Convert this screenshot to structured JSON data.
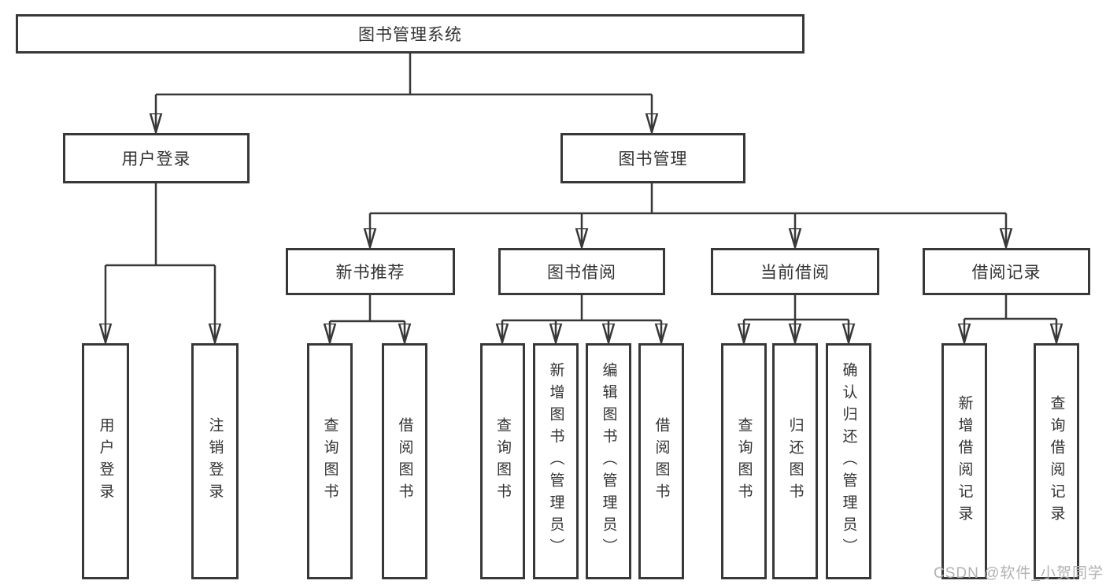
{
  "colors": {
    "line": "#383838",
    "box_border": "#383838",
    "text": "#333333",
    "watermark": "#b3b0b0",
    "background": "#ffffff"
  },
  "watermark": "CSDN @软件_小贺同学",
  "tree": {
    "root": "图书管理系统",
    "branches": [
      {
        "label": "用户登录",
        "leaves": [
          "用户登录",
          "注销登录"
        ]
      },
      {
        "label": "图书管理",
        "sections": [
          {
            "label": "新书推荐",
            "leaves": [
              "查询图书",
              "借阅图书"
            ]
          },
          {
            "label": "图书借阅",
            "leaves": [
              "查询图书",
              "新增图书（管理员）",
              "编辑图书（管理员）",
              "借阅图书"
            ]
          },
          {
            "label": "当前借阅",
            "leaves": [
              "查询图书",
              "归还图书",
              "确认归还（管理员）"
            ]
          },
          {
            "label": "借阅记录",
            "leaves": [
              "新增借阅记录",
              "查询借阅记录"
            ]
          }
        ]
      }
    ]
  }
}
